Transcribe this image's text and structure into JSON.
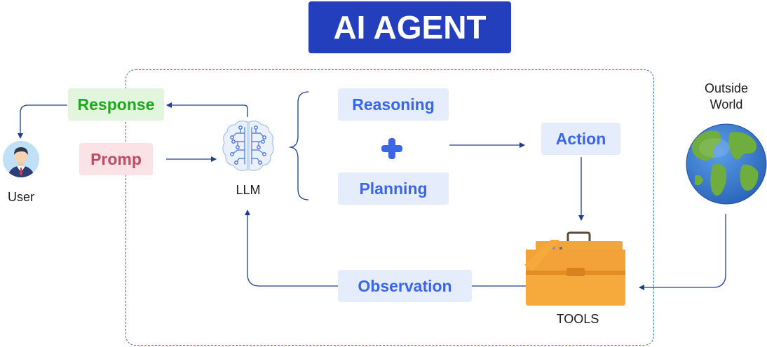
{
  "title": "AI AGENT",
  "user": {
    "label": "User"
  },
  "response": {
    "label": "Response"
  },
  "prompt": {
    "label": "Promp"
  },
  "llm": {
    "label": "LLM"
  },
  "reasoning": {
    "label": "Reasoning"
  },
  "plus": {
    "symbol": "+"
  },
  "planning": {
    "label": "Planning"
  },
  "action": {
    "label": "Action"
  },
  "tools": {
    "label": "TOOLS"
  },
  "observation": {
    "label": "Observation"
  },
  "outside_world": {
    "line1": "Outside",
    "line2": "World"
  },
  "colors": {
    "title_bg": "#233fbe",
    "frame": "#3a63c9",
    "arrow": "#1f3d8f",
    "response": "#1fa81c",
    "prompt": "#c24a62",
    "step": "#3b66e6"
  },
  "icons": {
    "user": "user-avatar-icon",
    "llm": "brain-circuit-icon",
    "plus": "plus-icon",
    "tools": "toolbox-icon",
    "world": "globe-icon"
  }
}
